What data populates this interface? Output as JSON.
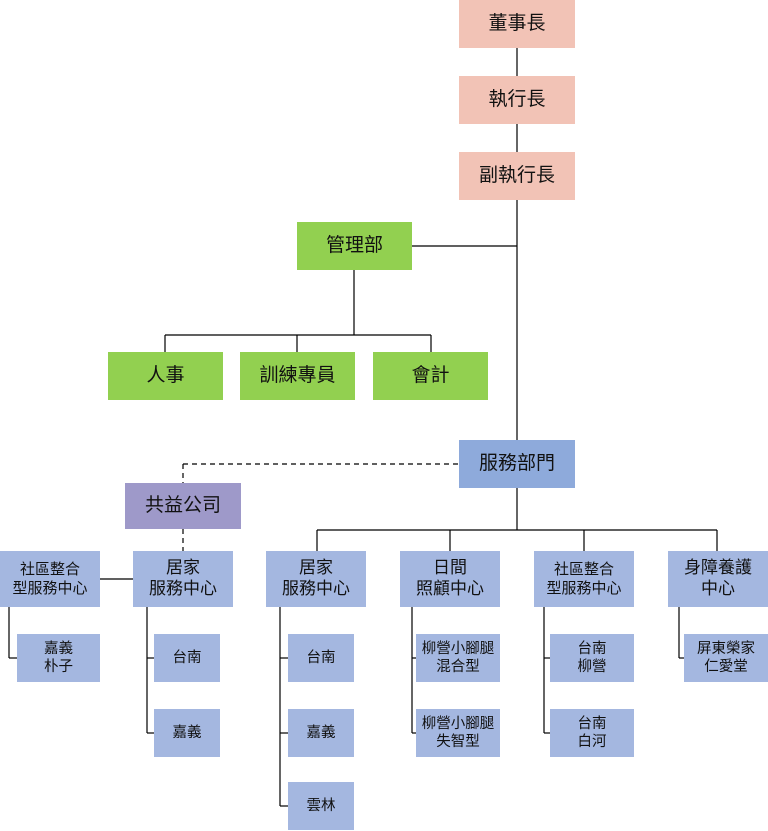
{
  "chairman": "董事長",
  "ceo": "執行長",
  "vice_ceo": "副執行長",
  "management": {
    "title": "管理部",
    "children": [
      "人事",
      "訓練專員",
      "會計"
    ]
  },
  "service_dept": "服務部門",
  "partner_company": "共益公司",
  "centers": [
    {
      "title": "社區整合\n型服務中心",
      "children": [
        "嘉義\n朴子"
      ]
    },
    {
      "title": "居家\n服務中心",
      "children": [
        "台南",
        "嘉義"
      ]
    },
    {
      "title": "居家\n服務中心",
      "children": [
        "台南",
        "嘉義",
        "雲林"
      ]
    },
    {
      "title": "日間\n照顧中心",
      "children": [
        "柳營小腳腿\n混合型",
        "柳營小腳腿\n失智型"
      ]
    },
    {
      "title": "社區整合\n型服務中心",
      "children": [
        "台南\n柳營",
        "台南\n白河"
      ]
    },
    {
      "title": "身障養護\n中心",
      "children": [
        "屏東榮家\n仁愛堂"
      ]
    }
  ],
  "colors": {
    "executive": "#f2c3b6",
    "management": "#92d050",
    "service": "#8eaadb",
    "partner": "#9e99c9",
    "unit": "#a4b7e0"
  }
}
